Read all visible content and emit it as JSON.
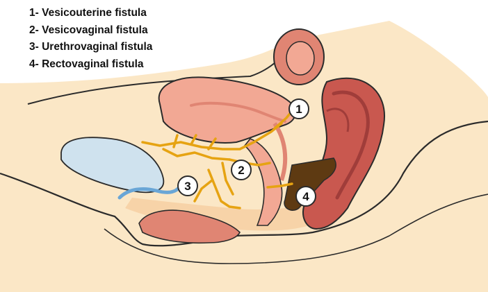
{
  "legend": {
    "items": [
      {
        "number": "1",
        "text": "1- Vesicouterine fistula"
      },
      {
        "number": "2",
        "text": "2- Vesicovaginal fistula"
      },
      {
        "number": "3",
        "text": "3- Urethrovaginal fistula"
      },
      {
        "number": "4",
        "text": "4- Rectovaginal fistula"
      }
    ]
  },
  "markers": [
    {
      "label": "1",
      "refers_to": "Vesicouterine fistula"
    },
    {
      "label": "2",
      "refers_to": "Vesicovaginal fistula"
    },
    {
      "label": "3",
      "refers_to": "Urethrovaginal fistula"
    },
    {
      "label": "4",
      "refers_to": "Rectovaginal fistula"
    }
  ],
  "colors": {
    "body_outline": "#2b2b2b",
    "skin": "#fbe7c6",
    "tissue": "#f7d3a8",
    "uterus": "#f2a894",
    "uterus_dark": "#e08573",
    "bladder": "#cfe2ee",
    "rectum": "#c9584f",
    "rectum_dark": "#a03d3a",
    "fistula_tract": "#e6a312",
    "feces": "#5e3a12",
    "urethra": "#6aa6d6",
    "marker_fill": "#ffffff"
  }
}
